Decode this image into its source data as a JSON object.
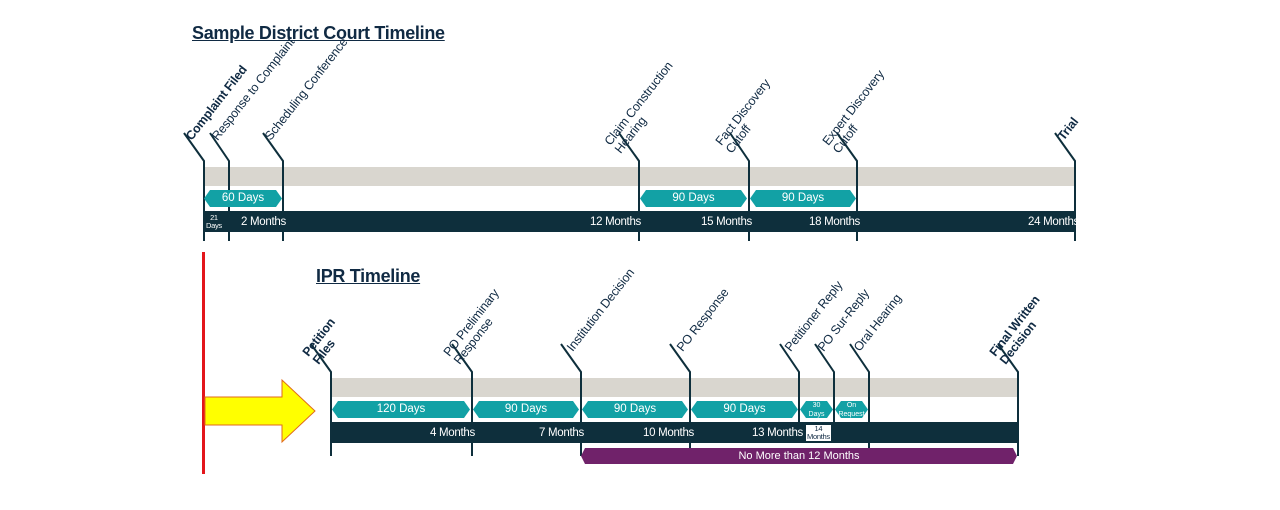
{
  "district": {
    "title": "Sample District Court Timeline",
    "events": {
      "complaint": "Complaint Filed",
      "response": "Response to Complaint",
      "scheduling": "Scheduling Conference",
      "claim_1": "Claim Construction",
      "claim_2": "Hearing",
      "fact_1": "Fact Discovery",
      "fact_2": "Cutoff",
      "expert_1": "Expert Discovery",
      "expert_2": "Cutoff",
      "trial": "Trial"
    },
    "durations": {
      "d60": "60 Days",
      "d90a": "90 Days",
      "d90b": "90 Days"
    },
    "axis": {
      "d21_1": "21",
      "d21_2": "Days",
      "m2": "2 Months",
      "m12": "12 Months",
      "m15": "15 Months",
      "m18": "18 Months",
      "m24": "24 Months"
    }
  },
  "ipr": {
    "title": "IPR Timeline",
    "events": {
      "petition_1": "Petition",
      "petition_2": "Files",
      "po_pre_1": "PO Preliminary",
      "po_pre_2": "Response",
      "institution": "Institution  Decision",
      "po_response": "PO Response",
      "pet_reply": "Petitioner  Reply",
      "sur_reply": "PO Sur-Reply",
      "oral": "Oral Hearing",
      "fwd_1": "Final Written",
      "fwd_2": "Decision"
    },
    "durations": {
      "d120": "120 Days",
      "d90a": "90 Days",
      "d90b": "90 Days",
      "d90c": "90 Days",
      "d30_1": "30",
      "d30_2": "Days",
      "onreq_1": "On",
      "onreq_2": "Request"
    },
    "axis": {
      "m4": "4 Months",
      "m7": "7 Months",
      "m10": "10 Months",
      "m13": "13 Months",
      "m14_1": "14",
      "m14_2": "Months"
    },
    "span_label": "No More than  12 Months"
  },
  "colors": {
    "title": "#102a43",
    "track": "#d9d6cf",
    "axis_bar": "#0e2f3c",
    "duration": "#12a1a5",
    "span": "#70226a",
    "red_line": "#e3161b",
    "arrow": "#ffff00"
  }
}
